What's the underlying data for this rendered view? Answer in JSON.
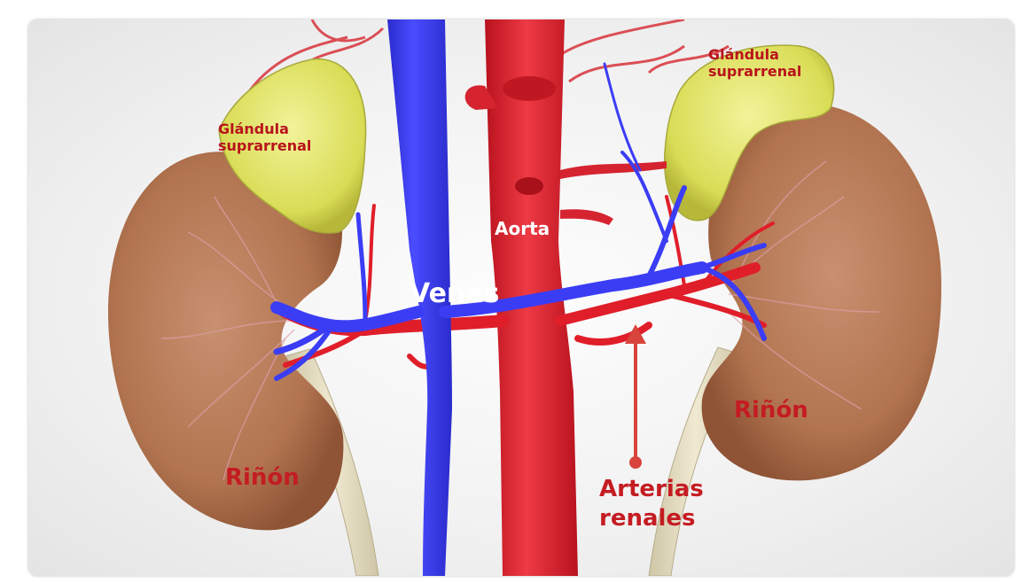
{
  "labels": {
    "gland_left": "Glándula\nsuprarrenal",
    "gland_right": "Glándula\nsuprarrenal",
    "aorta": "Aorta",
    "veins": "Venas",
    "kidney_left": "Riñón",
    "kidney_right": "Riñón",
    "renal_arteries": "Arterias\nrenales"
  },
  "colors": {
    "label_red": "#c41c22",
    "vein_blue": "#3a3cf0",
    "artery_red": "#e01e2a",
    "kidney_brown": "#b87a55",
    "gland_yellow": "#e6e86a",
    "ureter_cream": "#e8dfc2"
  }
}
